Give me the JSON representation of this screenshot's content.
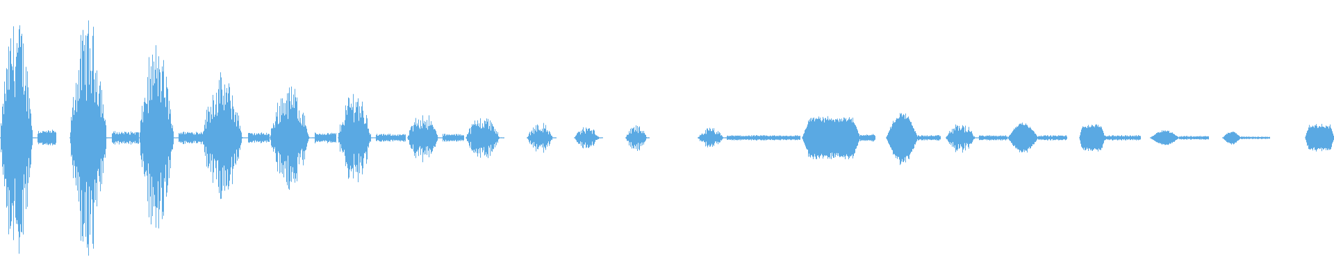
{
  "waveform": {
    "color": "#5aa9e3",
    "background": "#ffffff",
    "segments": [
      {
        "start": 0.0,
        "end": 0.028,
        "level": 0.95,
        "shape": "burst"
      },
      {
        "start": 0.028,
        "end": 0.042,
        "level": 0.06,
        "shape": "flat"
      },
      {
        "start": 0.052,
        "end": 0.084,
        "level": 0.9,
        "shape": "burst"
      },
      {
        "start": 0.084,
        "end": 0.104,
        "level": 0.05,
        "shape": "flat"
      },
      {
        "start": 0.104,
        "end": 0.134,
        "level": 0.72,
        "shape": "burst"
      },
      {
        "start": 0.134,
        "end": 0.152,
        "level": 0.05,
        "shape": "flat"
      },
      {
        "start": 0.151,
        "end": 0.186,
        "level": 0.48,
        "shape": "burst"
      },
      {
        "start": 0.186,
        "end": 0.202,
        "level": 0.04,
        "shape": "flat"
      },
      {
        "start": 0.202,
        "end": 0.236,
        "level": 0.42,
        "shape": "burst"
      },
      {
        "start": 0.236,
        "end": 0.252,
        "level": 0.04,
        "shape": "flat"
      },
      {
        "start": 0.253,
        "end": 0.282,
        "level": 0.38,
        "shape": "burst"
      },
      {
        "start": 0.282,
        "end": 0.304,
        "level": 0.03,
        "shape": "flat"
      },
      {
        "start": 0.305,
        "end": 0.332,
        "level": 0.2,
        "shape": "burst"
      },
      {
        "start": 0.332,
        "end": 0.348,
        "level": 0.03,
        "shape": "flat"
      },
      {
        "start": 0.349,
        "end": 0.378,
        "level": 0.18,
        "shape": "burst"
      },
      {
        "start": 0.395,
        "end": 0.417,
        "level": 0.12,
        "shape": "burst"
      },
      {
        "start": 0.43,
        "end": 0.452,
        "level": 0.09,
        "shape": "burst"
      },
      {
        "start": 0.469,
        "end": 0.487,
        "level": 0.1,
        "shape": "burst"
      },
      {
        "start": 0.523,
        "end": 0.545,
        "level": 0.08,
        "shape": "burst"
      },
      {
        "start": 0.545,
        "end": 0.6,
        "level": 0.02,
        "shape": "flat"
      },
      {
        "start": 0.601,
        "end": 0.645,
        "level": 0.16,
        "shape": "block"
      },
      {
        "start": 0.645,
        "end": 0.656,
        "level": 0.03,
        "shape": "flat"
      },
      {
        "start": 0.664,
        "end": 0.688,
        "level": 0.2,
        "shape": "blob"
      },
      {
        "start": 0.688,
        "end": 0.705,
        "level": 0.02,
        "shape": "flat"
      },
      {
        "start": 0.709,
        "end": 0.734,
        "level": 0.12,
        "shape": "burst"
      },
      {
        "start": 0.734,
        "end": 0.755,
        "level": 0.02,
        "shape": "flat"
      },
      {
        "start": 0.755,
        "end": 0.778,
        "level": 0.12,
        "shape": "blob"
      },
      {
        "start": 0.778,
        "end": 0.8,
        "level": 0.02,
        "shape": "flat"
      },
      {
        "start": 0.809,
        "end": 0.828,
        "level": 0.1,
        "shape": "block"
      },
      {
        "start": 0.828,
        "end": 0.855,
        "level": 0.02,
        "shape": "flat"
      },
      {
        "start": 0.862,
        "end": 0.884,
        "level": 0.06,
        "shape": "blob"
      },
      {
        "start": 0.884,
        "end": 0.906,
        "level": 0.015,
        "shape": "flat"
      },
      {
        "start": 0.916,
        "end": 0.93,
        "level": 0.05,
        "shape": "blob"
      },
      {
        "start": 0.93,
        "end": 0.952,
        "level": 0.01,
        "shape": "flat"
      },
      {
        "start": 0.978,
        "end": 1.0,
        "level": 0.1,
        "shape": "block"
      }
    ]
  }
}
